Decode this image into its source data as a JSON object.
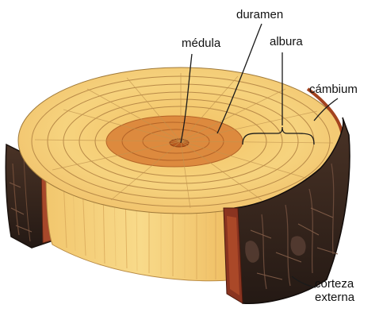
{
  "labels": {
    "duramen": "duramen",
    "medula": "médula",
    "albura": "albura",
    "cambium": "cámbium",
    "corteza_line1": "corteza",
    "corteza_line2": "externa"
  },
  "colors": {
    "wood_light": "#f7d27a",
    "wood_mid": "#eab25a",
    "heartwood": "#d9782e",
    "pith": "#b85a1f",
    "ring_line": "#b27a3a",
    "bark_dark": "#3a2a22",
    "bark_red": "#7a2c1a",
    "cambium_red": "#a3431f",
    "line": "#1a1a1a"
  }
}
